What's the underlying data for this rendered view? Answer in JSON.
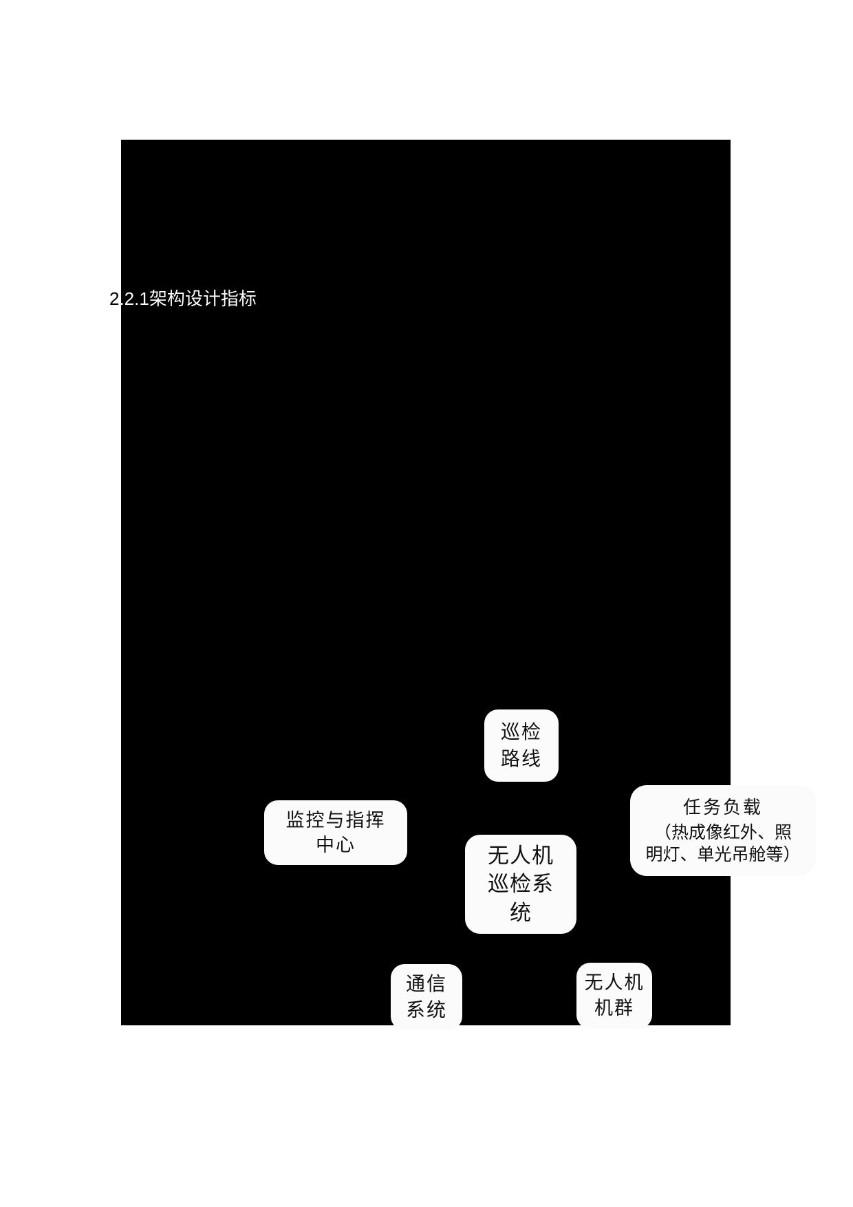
{
  "document": {
    "section_heading": "2.2.1架构设计指标"
  },
  "figure": {
    "background_color": "#000000",
    "node_fill_color": "#fbfbfb",
    "node_text_color": "#111111",
    "nodes": [
      {
        "id": "inspection-route",
        "title": "巡检\n路线",
        "subtitle": ""
      },
      {
        "id": "mission-payload",
        "title": "任务负载",
        "subtitle": "（热成像红外、照\n明灯、单光吊舱等）"
      },
      {
        "id": "monitoring-command-center",
        "title": "监控与指挥\n中心",
        "subtitle": ""
      },
      {
        "id": "uav-inspection-system",
        "title": "无人机\n巡检系\n统",
        "subtitle": ""
      },
      {
        "id": "communication-system",
        "title": "通信\n系统",
        "subtitle": ""
      },
      {
        "id": "uav-fleet",
        "title": "无人机\n机群",
        "subtitle": ""
      }
    ]
  }
}
